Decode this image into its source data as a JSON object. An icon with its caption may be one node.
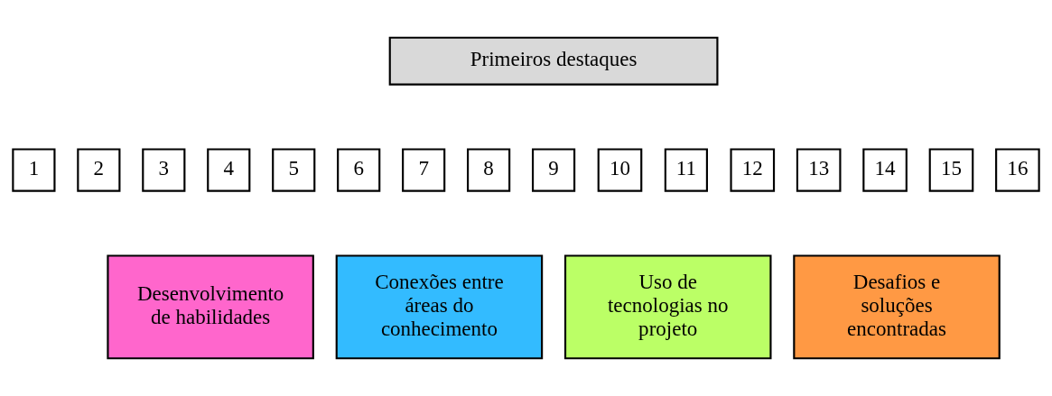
{
  "diagram": {
    "nodes": [
      {
        "text": [
          "Primeiros destaques"
        ]
      },
      {
        "text": [
          "1"
        ]
      },
      {
        "text": [
          "2"
        ]
      },
      {
        "text": [
          "3"
        ]
      },
      {
        "text": [
          "4"
        ]
      },
      {
        "text": [
          "5"
        ]
      },
      {
        "text": [
          "6"
        ]
      },
      {
        "text": [
          "7"
        ]
      },
      {
        "text": [
          "8"
        ]
      },
      {
        "text": [
          "9"
        ]
      },
      {
        "text": [
          "10"
        ]
      },
      {
        "text": [
          "11"
        ]
      },
      {
        "text": [
          "12"
        ]
      },
      {
        "text": [
          "13"
        ]
      },
      {
        "text": [
          "14"
        ]
      },
      {
        "text": [
          "15"
        ]
      },
      {
        "text": [
          "16"
        ]
      },
      {
        "text": [
          "Desenvolvimento de habilidades"
        ]
      },
      {
        "text": [
          "Conexões entre áreas do conhecimento"
        ]
      },
      {
        "text": [
          "Uso de tecnologias no projeto"
        ]
      },
      {
        "text": [
          "Desafios e soluções encontradas"
        ]
      }
    ]
  }
}
